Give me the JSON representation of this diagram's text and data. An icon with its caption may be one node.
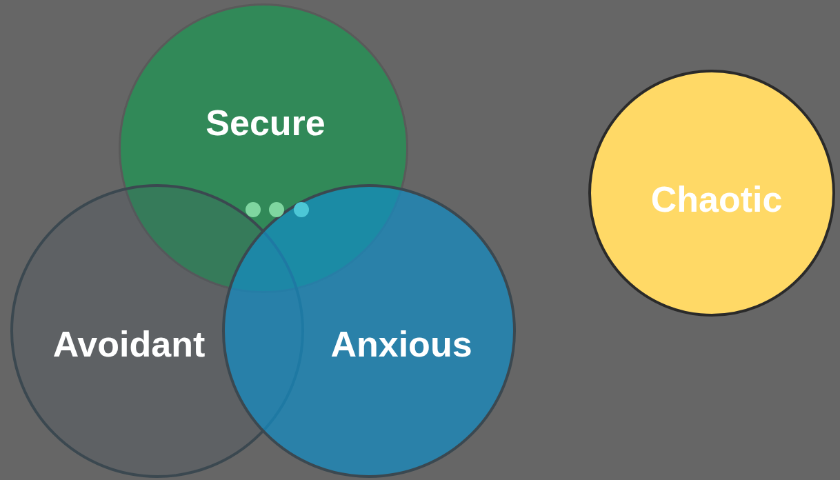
{
  "diagram": {
    "nodes": [
      {
        "text": [
          "Secure"
        ]
      },
      {
        "text": [
          "Avoidant"
        ]
      },
      {
        "text": [
          "Anxious"
        ]
      },
      {
        "text": [
          "Chaotic"
        ]
      }
    ]
  }
}
